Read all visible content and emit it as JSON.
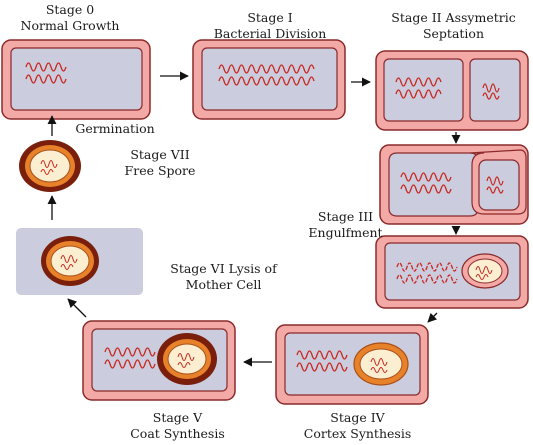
{
  "stages": [
    {
      "id": "stage0",
      "line1": "Stage 0",
      "line2": "Normal Growth"
    },
    {
      "id": "stage1",
      "line1": "Stage I",
      "line2": "Bacterial Division"
    },
    {
      "id": "stage2",
      "line1": "Stage II Assymetric",
      "line2": "Septation"
    },
    {
      "id": "stage3",
      "line1": "Stage III",
      "line2": "Engulfment"
    },
    {
      "id": "stage4",
      "line1": "Stage IV",
      "line2": "Cortex Synthesis"
    },
    {
      "id": "stage5",
      "line1": "Stage V",
      "line2": "Coat Synthesis"
    },
    {
      "id": "stage6",
      "line1": "Stage VI Lysis of",
      "line2": "Mother Cell"
    },
    {
      "id": "stage7",
      "line1": "Stage VII",
      "line2": "Free Spore"
    }
  ],
  "germination_label": "Germination",
  "colors": {
    "cell_wall": "#f3a9a6",
    "cell_outline": "#8a2a2a",
    "cytoplasm": "#ccccdf",
    "dna": "#c8281e",
    "spore_core": "#fbeed1",
    "cortex": "#e8822a",
    "coat": "#7a1f0c",
    "lysed_background": "#ccccdf"
  }
}
